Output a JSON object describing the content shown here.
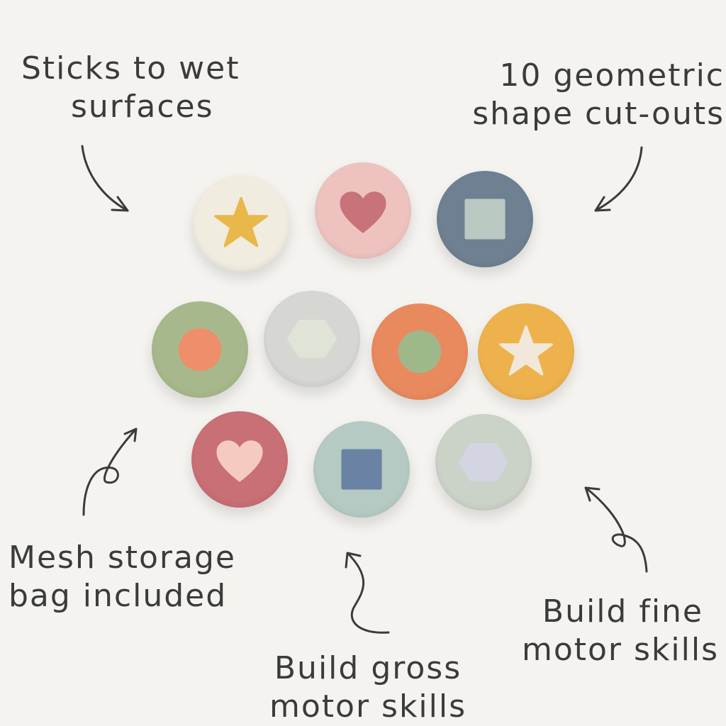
{
  "callouts": {
    "sticks": [
      "Sticks to wet",
      "surfaces"
    ],
    "shapes": [
      "10 geometric",
      "shape cut-outs"
    ],
    "mesh": [
      "Mesh storage",
      "bag included"
    ],
    "gross": [
      "Build gross",
      "motor skills"
    ],
    "fine": [
      "Build fine",
      "motor skills"
    ]
  },
  "discs": [
    {
      "name": "star",
      "color": "#f1ece0",
      "shape_color": "#e8b84a",
      "icon": "star-icon"
    },
    {
      "name": "heart",
      "color": "#eec3bf",
      "shape_color": "#c8727a",
      "icon": "heart-icon"
    },
    {
      "name": "square",
      "color": "#6f8092",
      "shape_color": "#b9c9c2",
      "icon": "square-icon"
    },
    {
      "name": "circle",
      "color": "#a7b98c",
      "shape_color": "#ee8e6a",
      "icon": "circle-icon"
    },
    {
      "name": "hexagon",
      "color": "#d6d7d3",
      "shape_color": "#dfe4d6",
      "icon": "hexagon-icon"
    },
    {
      "name": "circle",
      "color": "#e98a5e",
      "shape_color": "#9fb88a",
      "icon": "circle-icon"
    },
    {
      "name": "star",
      "color": "#eeb24d",
      "shape_color": "#f2e8da",
      "icon": "star-icon"
    },
    {
      "name": "heart",
      "color": "#c96f76",
      "shape_color": "#f5cbc0",
      "icon": "heart-icon"
    },
    {
      "name": "square",
      "color": "#b6cac4",
      "shape_color": "#6a82a3",
      "icon": "square-icon"
    },
    {
      "name": "hexagon",
      "color": "#cbd2c8",
      "shape_color": "#d3d6e2",
      "icon": "hexagon-icon"
    }
  ]
}
